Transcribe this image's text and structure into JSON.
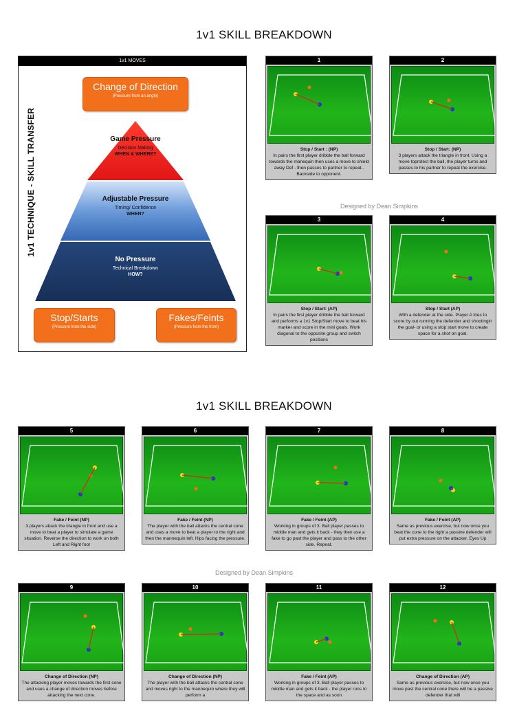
{
  "sections": [
    {
      "title": "1v1 SKILL BREAKDOWN"
    },
    {
      "title": "1v1 SKILL BREAKDOWN"
    }
  ],
  "credit": "Designed by Dean Simpkins",
  "moves_panel": {
    "header": "1v1 MOVES",
    "vertical_title": "1v1 TECHNIQUE - SKILL TRANSFER",
    "change_of_direction": {
      "title": "Change of Direction",
      "sub": "(Pressure from an angle)"
    },
    "stop_starts": {
      "title": "Stop/Starts",
      "sub": "(Pressure from the side)"
    },
    "fakes_feints": {
      "title": "Fakes/Feints",
      "sub": "(Pressure from the front)"
    },
    "pyramid": {
      "top": {
        "title": "Game Pressure",
        "line1": "Decision Making",
        "line2": "WHEN & WHERE?"
      },
      "middle": {
        "title": "Adjustable Pressure",
        "line1": "Timing/ Confidence",
        "line2": "WHEN?"
      },
      "bottom": {
        "title": "No Pressure",
        "line1": "Technical Breakdown",
        "line2": "HOW?"
      }
    }
  },
  "cards": [
    {
      "num": "1",
      "title": "Stop / Start : (NP)",
      "text": "In pairs the first player dribble the ball forward towards the manequin then uses a move to shield away Def - then passes to partner to repeat.. Backside to opponent."
    },
    {
      "num": "2",
      "title": "Stop / Start: (NP)",
      "text": "3 players attack the triangle in front. Using a move toprotect the ball, the player turns and passes to his partner to repeat the exercise."
    },
    {
      "num": "3",
      "title": "Stop / Start: (AP)",
      "text": "In pairs the first player dribble the ball forward and performs a 1v1 Stop/Start move to beat his marker and score in the mini goals. Work diagonal to the opposite group and switch positions"
    },
    {
      "num": "4",
      "title": "Stop / Start  (AP)",
      "text": "With a defender at the side. Player A tries to score by out running the defender and shootingin the goal- or using a stop start move to create space for a shot on goal."
    },
    {
      "num": "5",
      "title": "Fake / Feint  (NP)",
      "text": "3 players attack the triangle in front and use a move to beat a player to simulate a game situation. Reverse the direction to work on both Left and Right foot"
    },
    {
      "num": "6",
      "title": "Fake / Feint  (NP)",
      "text": "The player with the ball attacks the central cone and uses a move to beat a player to the right and then the mannequin left. Hips facing the pressure."
    },
    {
      "num": "7",
      "title": "Fake / Feint  (AP)",
      "text": "Working in groups of 3. Ball player passes to middle man and gets it back - they then use a fake to go past the player and pass to the other side. Repeat."
    },
    {
      "num": "8",
      "title": "Fake / Feint  (AP)",
      "text": "Same as previous exercise, but now once you beat the cone to the right a passive defender will put extra pressure on the attacker. Eyes Up"
    },
    {
      "num": "9",
      "title": "Change of Direction (NP)",
      "text": "The attacking player moves towards the first cone and uses a change of direction moves before attacking the next cone."
    },
    {
      "num": "10",
      "title": "Change of Direction (NP)",
      "text": "The player with the ball attacks the central cone and moves right to the mannequin where they will perform a"
    },
    {
      "num": "11",
      "title": "Fake / Feint  (AP)",
      "text": "Working in groups of 3. Ball player passes to middle man and gets it back - the player runs to the space and as soon"
    },
    {
      "num": "12",
      "title": "Change of Direction (AP)",
      "text": "Same as previous exercise, but now once you move past the central cone there will be a passive defender that will"
    }
  ],
  "colors": {
    "orange": "#f26f1b",
    "pyramid_red": "#e51b1b",
    "pyramid_blue_light": "#3f79c8",
    "pyramid_navy": "#1d3a66",
    "pitch_green": "#1ea61a"
  }
}
